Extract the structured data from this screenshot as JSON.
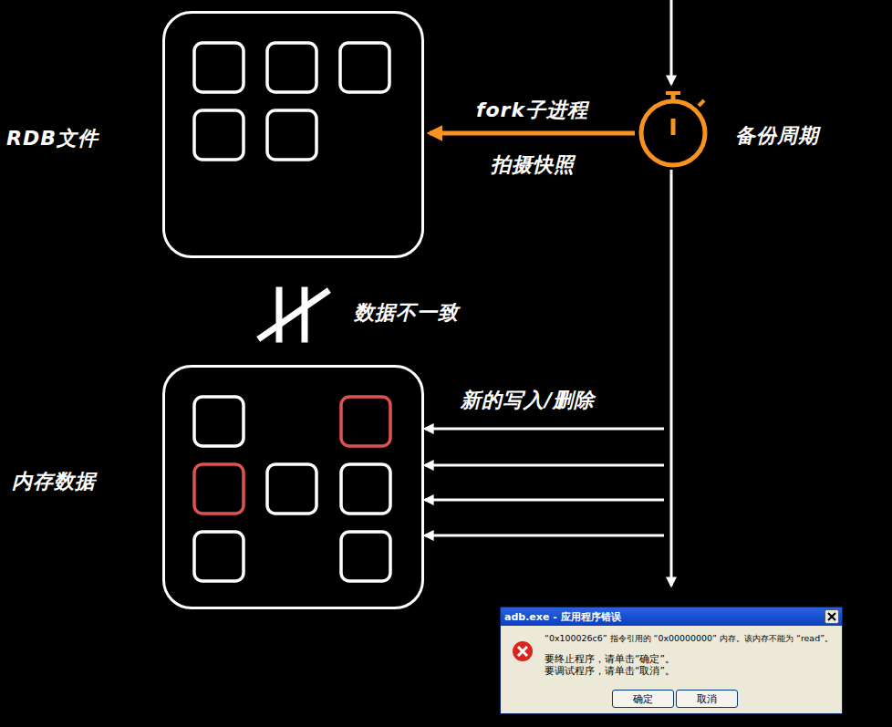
{
  "diagram": {
    "nodes": [
      {
        "text": [
          "RDB文件"
        ]
      },
      {
        "text": [
          "备份周期"
        ]
      },
      {
        "text": [
          "内存数据"
        ]
      },
      {
        "text": [
          "adb.exe - 应用程序错误",
          "“0x100026c6” 指令引用的 “0x00000000” 内存。该内存不能为 “read”。",
          "要终止程序，请单击“确定”。",
          "要调试程序，请单击“取消”。"
        ]
      },
      {
        "text": [
          "确定"
        ],
        "in": 3
      },
      {
        "text": [
          "取消"
        ],
        "in": 3
      }
    ],
    "edges": [
      {
        "from": 1,
        "to": 0,
        "arrow": "to",
        "label": "fork子进程"
      }
    ],
    "labels": [
      "拍摄快照",
      "数据不一致",
      "新的写入/删除"
    ]
  }
}
